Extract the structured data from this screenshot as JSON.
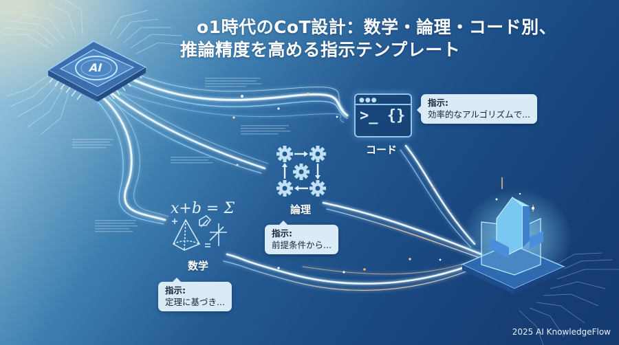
{
  "title": {
    "line1": "o1時代のCoT設計：数学・論理・コード別、",
    "line2": "推論精度を高める指示テンプレート"
  },
  "source_node": {
    "icon": "ai-brain-chip-icon",
    "chip_label": "AI"
  },
  "target_node": {
    "icon": "crystal-chip-icon"
  },
  "categories": [
    {
      "id": "code",
      "label": "コード",
      "icon": "terminal-code-icon",
      "icon_text": ">_ {}",
      "bubble_title": "指示:",
      "bubble_text": "効率的なアルゴリズムで..."
    },
    {
      "id": "logic",
      "label": "論理",
      "icon": "gear-cycle-icon",
      "bubble_title": "指示:",
      "bubble_text": "前提条件から..."
    },
    {
      "id": "math",
      "label": "数学",
      "icon": "math-formula-icon",
      "icon_text": "x+b = Σ",
      "bubble_title": "指示:",
      "bubble_text": "定理に基づき..."
    }
  ],
  "footer": {
    "credit": "2025 AI KnowledgeFlow"
  },
  "colors": {
    "background_dark": "#143a6e",
    "background_light": "#a8d0e4",
    "flow_glow": "#bfe8ff",
    "bubble_bg": "#d9ebf6",
    "accent_orange": "#ffb070"
  }
}
